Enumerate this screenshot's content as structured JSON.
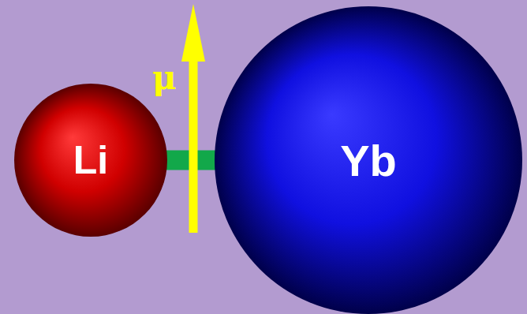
{
  "diagram": {
    "nodes": [
      {
        "text": [
          "Li"
        ]
      },
      {
        "text": [
          "Yb"
        ]
      }
    ],
    "edges": [
      {
        "from": 0,
        "to": 1,
        "arrow": "none"
      }
    ],
    "labels": [
      "μ"
    ]
  }
}
